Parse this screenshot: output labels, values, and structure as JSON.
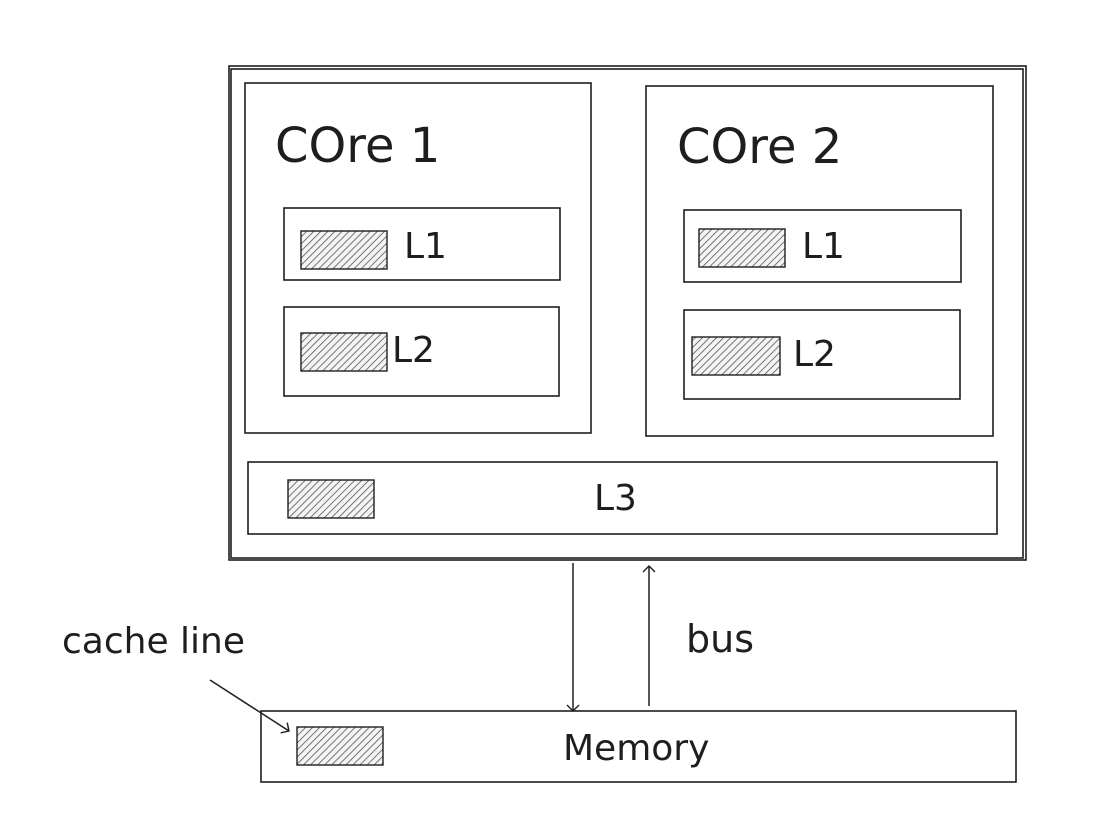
{
  "cpu": {
    "core1": {
      "title": "COre 1",
      "l1": "L1",
      "l2": "L2"
    },
    "core2": {
      "title": "COre 2",
      "l1": "L1",
      "l2": "L2"
    },
    "l3": "L3"
  },
  "memory": {
    "label": "Memory"
  },
  "bus": {
    "label": "bus"
  },
  "annotation": {
    "cache_line": "cache line"
  },
  "colors": {
    "stroke": "#1e1e1e",
    "hatch": "#555555",
    "background": "#ffffff"
  }
}
